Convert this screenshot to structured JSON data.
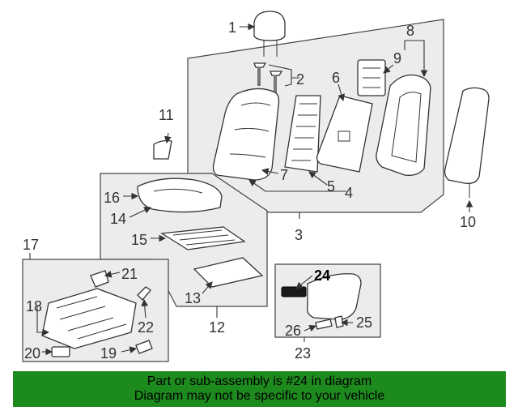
{
  "callouts": [
    "1",
    "2",
    "3",
    "4",
    "5",
    "6",
    "7",
    "8",
    "9",
    "10",
    "11",
    "12",
    "13",
    "14",
    "15",
    "16",
    "17",
    "18",
    "19",
    "20",
    "21",
    "22",
    "23",
    "24",
    "25",
    "26"
  ],
  "highlight_part": "24",
  "banner": {
    "line1": "Part or sub-assembly is #24 in diagram",
    "line2": "Diagram may not be specific to your vehicle",
    "color": "#1d8a1d"
  }
}
